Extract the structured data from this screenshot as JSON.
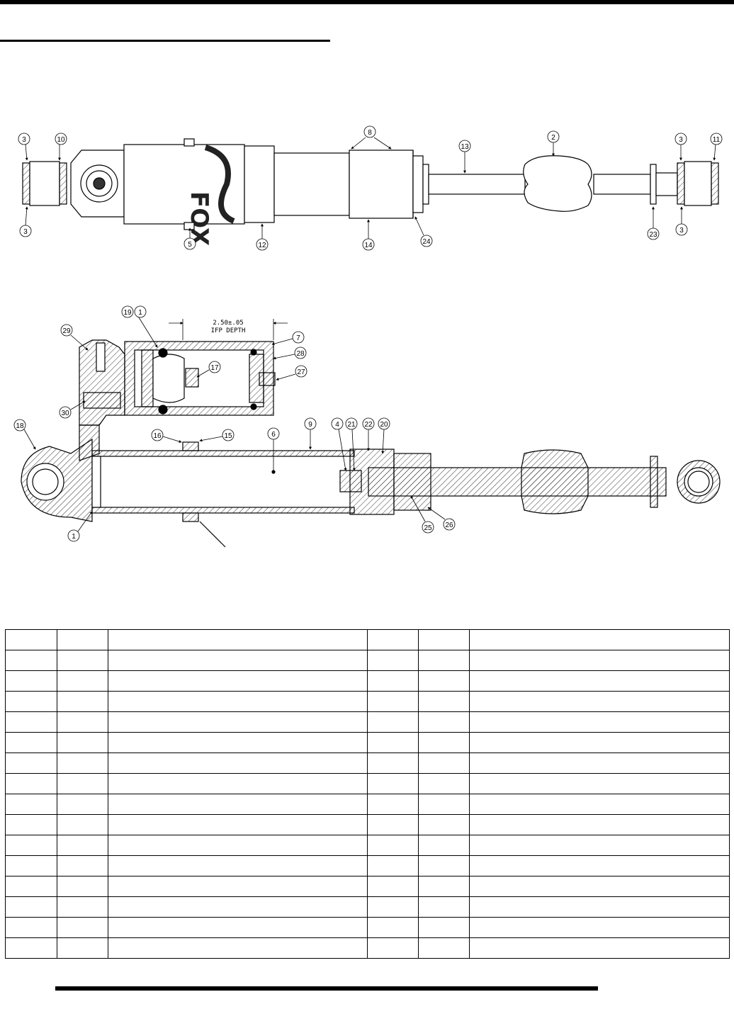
{
  "drawing": {
    "dimension": {
      "value": "2.50±.05",
      "label": "IFP DEPTH"
    },
    "brand_text": "FOX",
    "exterior_callouts": [
      "3",
      "10",
      "3",
      "8",
      "13",
      "2",
      "3",
      "11",
      "3",
      "5",
      "12",
      "14",
      "24",
      "23"
    ],
    "section_callouts": [
      "19",
      "1",
      "7",
      "28",
      "29",
      "17",
      "27",
      "30",
      "18",
      "16",
      "15",
      "6",
      "9",
      "4",
      "21",
      "22",
      "20",
      "1",
      "25",
      "26"
    ]
  },
  "parts_table": {
    "rows": 16,
    "cols": 6
  }
}
